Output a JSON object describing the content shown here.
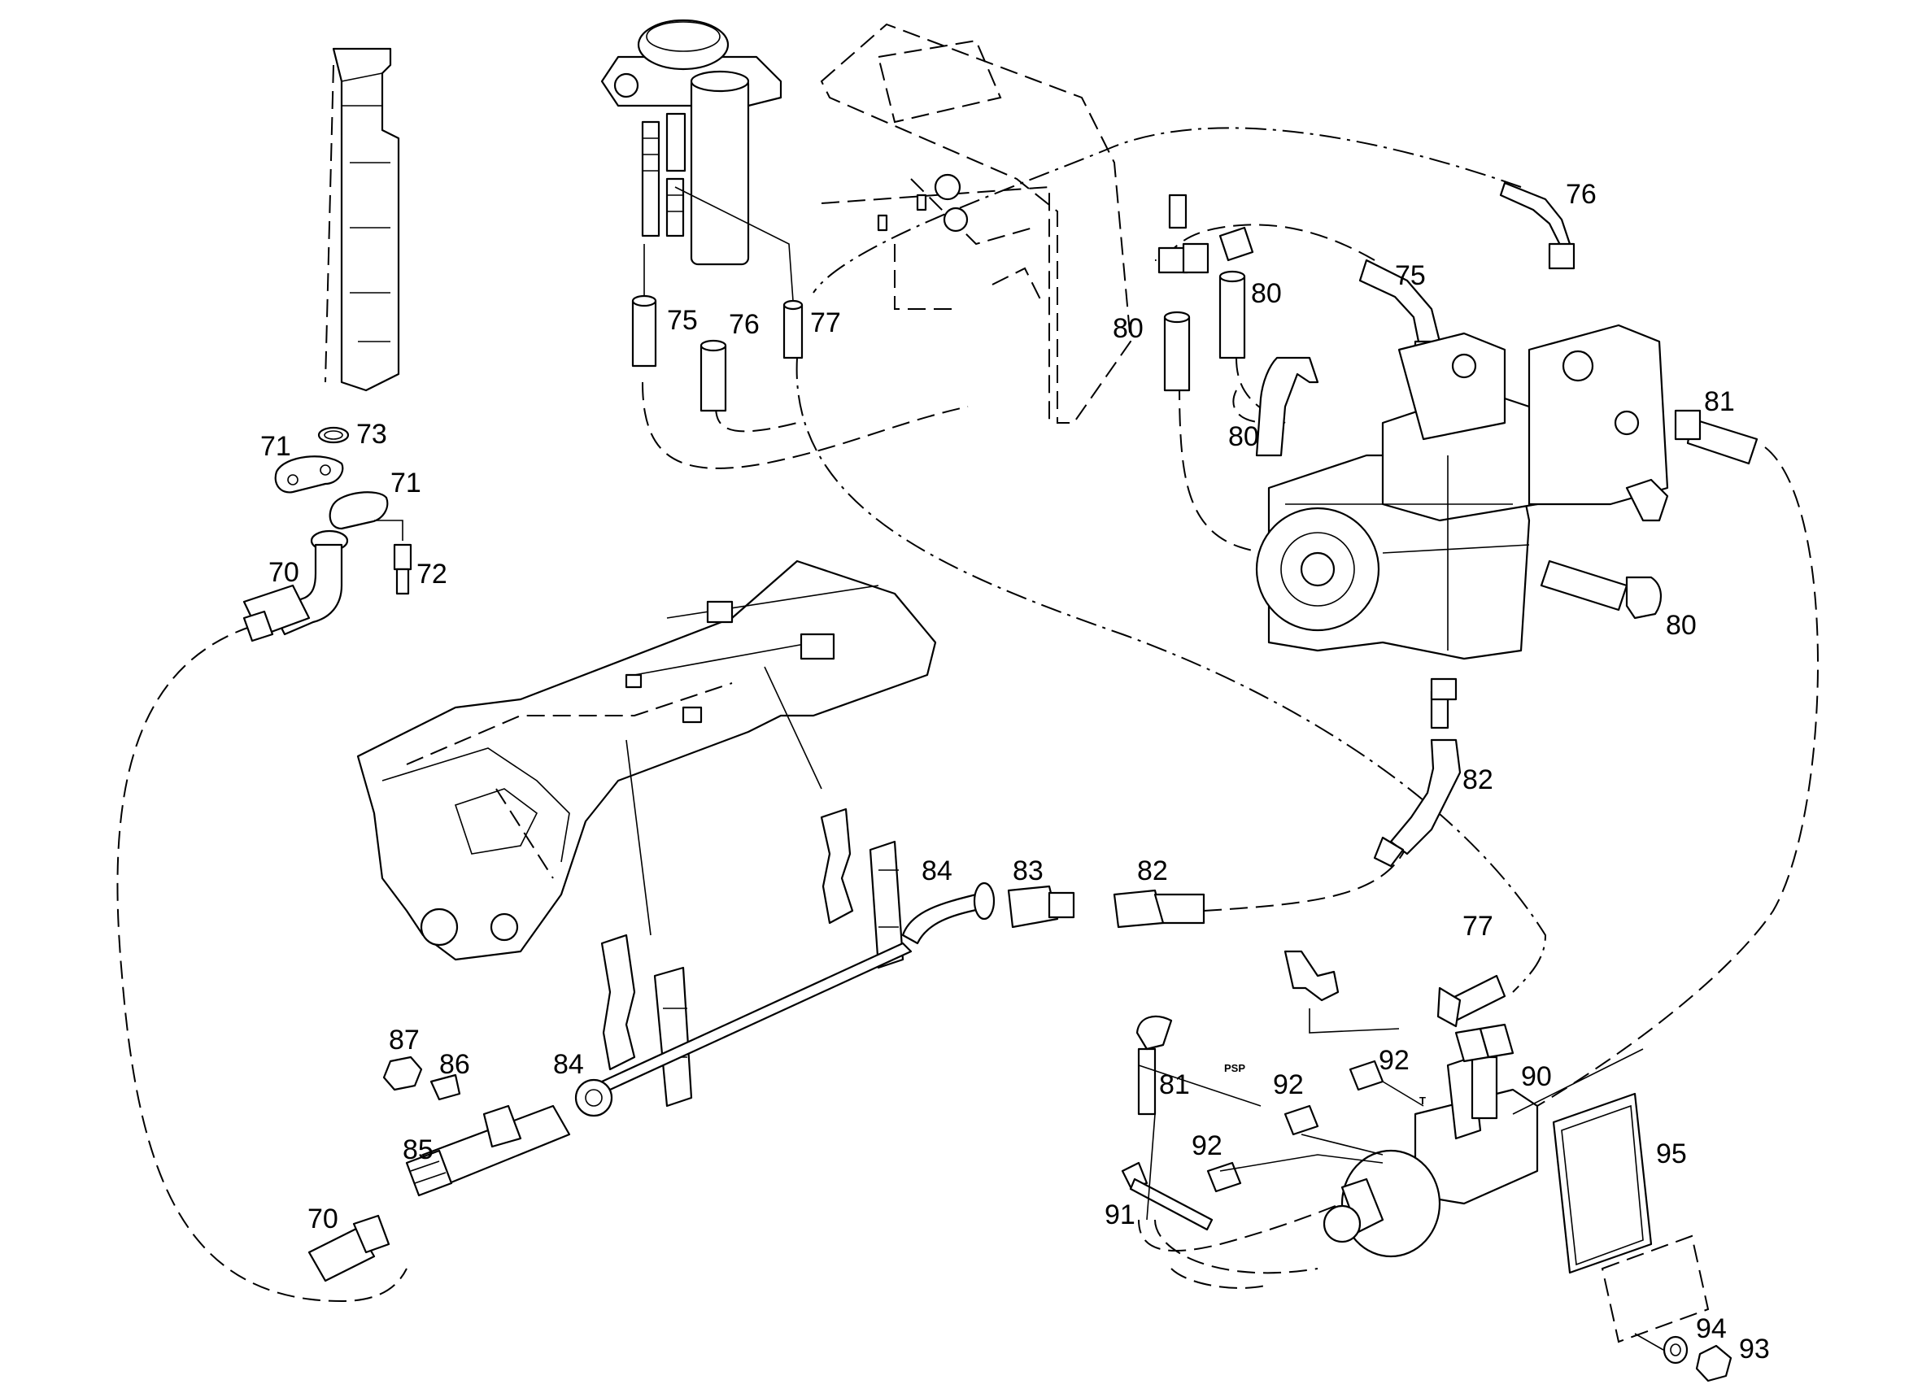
{
  "callouts": [
    {
      "id": "c73",
      "text": "73"
    },
    {
      "id": "c71a",
      "text": "71"
    },
    {
      "id": "c71b",
      "text": "71"
    },
    {
      "id": "c70a",
      "text": "70"
    },
    {
      "id": "c72",
      "text": "72"
    },
    {
      "id": "c75a",
      "text": "75"
    },
    {
      "id": "c76a",
      "text": "76"
    },
    {
      "id": "c77a",
      "text": "77"
    },
    {
      "id": "c80a",
      "text": "80"
    },
    {
      "id": "c80b",
      "text": "80"
    },
    {
      "id": "c76b",
      "text": "76"
    },
    {
      "id": "c75b",
      "text": "75"
    },
    {
      "id": "c81a",
      "text": "81"
    },
    {
      "id": "c80c",
      "text": "80"
    },
    {
      "id": "c80d",
      "text": "80"
    },
    {
      "id": "c82a",
      "text": "82"
    },
    {
      "id": "c84a",
      "text": "84"
    },
    {
      "id": "c83",
      "text": "83"
    },
    {
      "id": "c82b",
      "text": "82"
    },
    {
      "id": "c77b",
      "text": "77"
    },
    {
      "id": "c87",
      "text": "87"
    },
    {
      "id": "c86",
      "text": "86"
    },
    {
      "id": "c84b",
      "text": "84"
    },
    {
      "id": "c85",
      "text": "85"
    },
    {
      "id": "c70b",
      "text": "70"
    },
    {
      "id": "c92a",
      "text": "92"
    },
    {
      "id": "c92b",
      "text": "92"
    },
    {
      "id": "c90",
      "text": "90"
    },
    {
      "id": "c81b",
      "text": "81"
    },
    {
      "id": "c92c",
      "text": "92"
    },
    {
      "id": "c91",
      "text": "91"
    },
    {
      "id": "c95",
      "text": "95"
    },
    {
      "id": "c94",
      "text": "94"
    },
    {
      "id": "c93",
      "text": "93"
    }
  ],
  "port_labels": {
    "psp": "PSP",
    "t": "T"
  }
}
